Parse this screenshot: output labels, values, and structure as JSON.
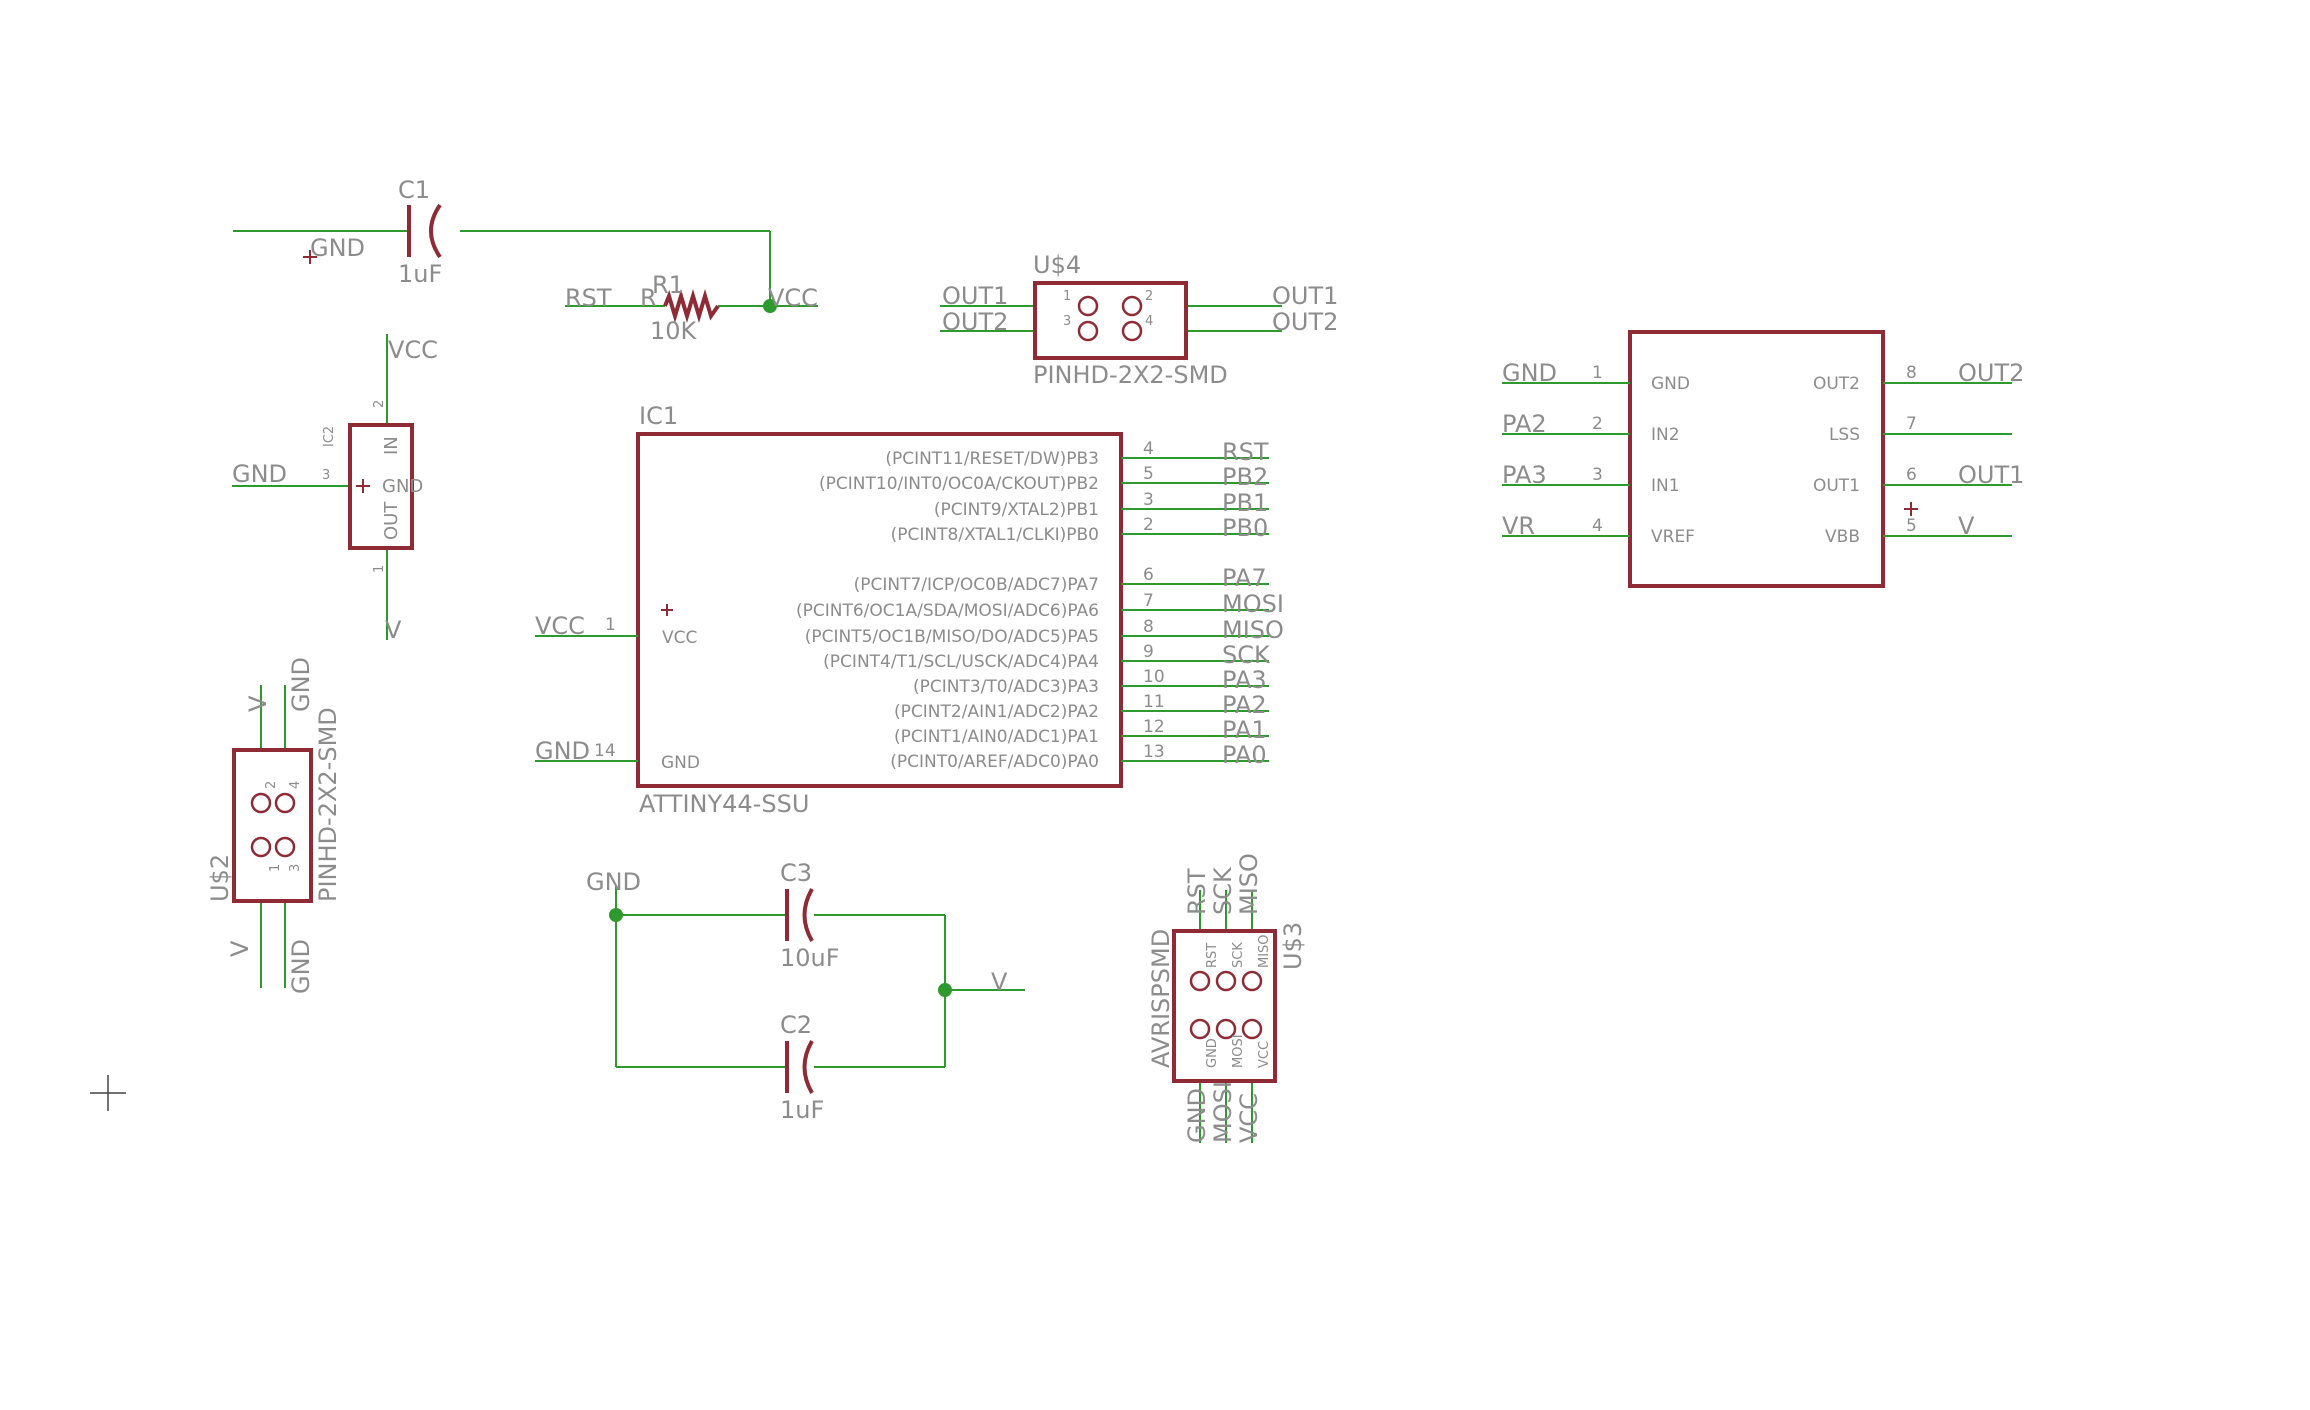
{
  "c1": {
    "name": "C1",
    "value": "1uF",
    "net": "GND"
  },
  "r1": {
    "name": "R1",
    "value": "10K",
    "left_net": "RST",
    "pin_stub": "R",
    "right_net": "VCC"
  },
  "ic2": {
    "ref": "IC2",
    "top_net": "VCC",
    "left_net": "GND",
    "bottom_net": "V",
    "pin_in": "IN",
    "pin_gnd": "GND",
    "pin_out": "OUT",
    "num_in": "2",
    "num_gnd": "3",
    "num_out": "1"
  },
  "u4": {
    "ref": "U$4",
    "package": "PINHD-2X2-SMD",
    "left_top": "OUT1",
    "left_bot": "OUT2",
    "right_top": "OUT1",
    "right_bot": "OUT2",
    "p1": "1",
    "p2": "2",
    "p3": "3",
    "p4": "4"
  },
  "ic1": {
    "ref": "IC1",
    "part": "ATTINY44-SSU",
    "vcc_net": "VCC",
    "vcc_num": "1",
    "vcc_label": "VCC",
    "gnd_net": "GND",
    "gnd_num": "14",
    "gnd_label": "GND",
    "pins": [
      {
        "func": "(PCINT11/RESET/DW)PB3",
        "num": "4",
        "net": "RST"
      },
      {
        "func": "(PCINT10/INT0/OC0A/CKOUT)PB2",
        "num": "5",
        "net": "PB2"
      },
      {
        "func": "(PCINT9/XTAL2)PB1",
        "num": "3",
        "net": "PB1"
      },
      {
        "func": "(PCINT8/XTAL1/CLKI)PB0",
        "num": "2",
        "net": "PB0"
      },
      {
        "func": "(PCINT7/ICP/OC0B/ADC7)PA7",
        "num": "6",
        "net": "PA7"
      },
      {
        "func": "(PCINT6/OC1A/SDA/MOSI/ADC6)PA6",
        "num": "7",
        "net": "MOSI"
      },
      {
        "func": "(PCINT5/OC1B/MISO/DO/ADC5)PA5",
        "num": "8",
        "net": "MISO"
      },
      {
        "func": "(PCINT4/T1/SCL/USCK/ADC4)PA4",
        "num": "9",
        "net": "SCK"
      },
      {
        "func": "(PCINT3/T0/ADC3)PA3",
        "num": "10",
        "net": "PA3"
      },
      {
        "func": "(PCINT2/AIN1/ADC2)PA2",
        "num": "11",
        "net": "PA2"
      },
      {
        "func": "(PCINT1/AIN0/ADC1)PA1",
        "num": "12",
        "net": "PA1"
      },
      {
        "func": "(PCINT0/AREF/ADC0)PA0",
        "num": "13",
        "net": "PA0"
      }
    ]
  },
  "u2": {
    "ref": "U$2",
    "package": "PINHD-2X2-SMD",
    "top_left": "V",
    "top_right": "GND",
    "bot_left": "V",
    "bot_right": "GND",
    "p1": "1",
    "p2": "2",
    "p3": "3",
    "p4": "4"
  },
  "caps": {
    "c3": {
      "name": "C3",
      "value": "10uF"
    },
    "c2": {
      "name": "C2",
      "value": "1uF"
    },
    "left_net": "GND",
    "right_net": "V"
  },
  "u3": {
    "ref": "U$3",
    "package": "AVRISPSMD",
    "top_nets": [
      "RST",
      "SCK",
      "MISO"
    ],
    "bot_nets": [
      "GND",
      "MOSI",
      "VCC"
    ],
    "top_pins": [
      "RST",
      "SCK",
      "MISO"
    ],
    "bot_pins": [
      "GND",
      "MOSI",
      "VCC"
    ]
  },
  "driver": {
    "left_pins": [
      {
        "net": "GND",
        "num": "1",
        "label": "GND"
      },
      {
        "net": "PA2",
        "num": "2",
        "label": "IN2"
      },
      {
        "net": "PA3",
        "num": "3",
        "label": "IN1"
      },
      {
        "net": "VR",
        "num": "4",
        "label": "VREF"
      }
    ],
    "right_pins": [
      {
        "net": "OUT2",
        "num": "8",
        "label": "OUT2"
      },
      {
        "net": "",
        "num": "7",
        "label": "LSS"
      },
      {
        "net": "OUT1",
        "num": "6",
        "label": "OUT1"
      },
      {
        "net": "V",
        "num": "5",
        "label": "VBB"
      }
    ]
  },
  "colors": {
    "wire": "#2e9a2e",
    "body": "#8e2b35",
    "text": "#8c8c8c"
  }
}
